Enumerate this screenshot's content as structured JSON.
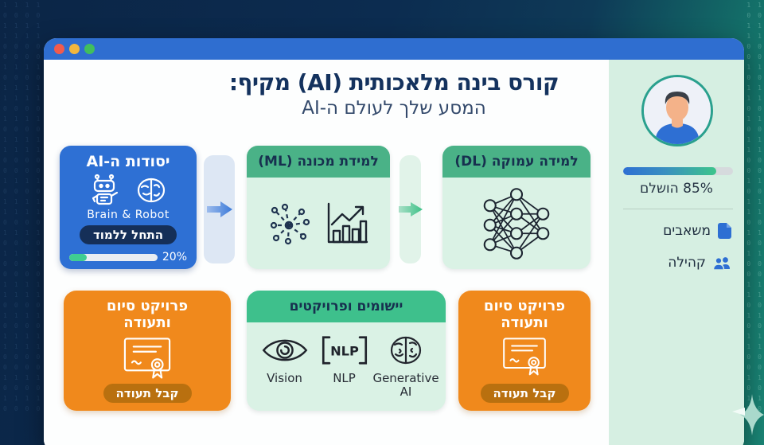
{
  "background": {
    "binary_pattern": "1\n0\n1\n1\n0\n0\n1\n0\n1\n1\n0\n1\n0\n1\n1\n0\n0\n1\n0\n1\n1\n0\n1\n0\n1\n0\n0\n1\n1\n0\n1\n0\n1\n1\n0\n0\n1\n0\n1\n0"
  },
  "header": {
    "title": "קורס בינה מלאכותית (AI) מקיף:",
    "subtitle": "המסע שלך לעולם ה-AI"
  },
  "flow": {
    "foundations": {
      "title": "יסודות ה-AI",
      "caption": "Brain & Robot",
      "button_label": "התחל ללמוד",
      "progress_label": "20%",
      "progress_percent": 20
    },
    "ml": {
      "title": "למידת מכונה (ML)"
    },
    "dl": {
      "title": "למידה עמוקה (DL)"
    }
  },
  "bottom": {
    "cert_left": {
      "title": "פרויקט סיום ותעודה",
      "button_label": "קבל תעודה"
    },
    "cert_right": {
      "title": "פרויקט סיום ותעודה",
      "button_label": "קבל תעודה"
    },
    "apps": {
      "title": "יישומים ופרויקטים",
      "nlp_icon_text": "NLP",
      "items": [
        {
          "label": "Vision"
        },
        {
          "label": "NLP"
        },
        {
          "label": "Generative AI"
        }
      ]
    }
  },
  "sidebar": {
    "progress_label": "85% הושלם",
    "progress_percent": 85,
    "menu": [
      {
        "label": "משאבים",
        "icon": "document-icon"
      },
      {
        "label": "קהילה",
        "icon": "users-icon"
      }
    ]
  },
  "colors": {
    "titlebar_blue": "#2f6ed0",
    "primary_blue": "#2e70d4",
    "header_green": "#4ab287",
    "apps_header_green": "#3ec08c",
    "mint_body": "#daf2e5",
    "sidebar_mint": "#d6efe2",
    "orange": "#f0891c",
    "orange_button": "#b9700f",
    "navy_text": "#14325e",
    "progress_green": "#3fcd92",
    "avatar_ring_teal": "#2aa08e"
  }
}
